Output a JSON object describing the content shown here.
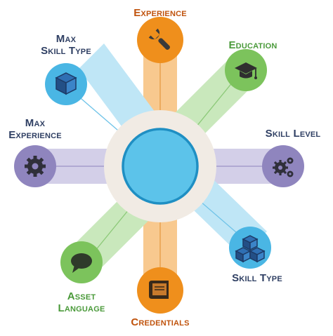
{
  "nodes": {
    "experience": {
      "lines": [
        "Experience"
      ],
      "color": "#ef8f1c",
      "band": "#f8c98f",
      "icon": "wrench-icon",
      "text_color": "#c0530d"
    },
    "education": {
      "lines": [
        "Education"
      ],
      "color": "#7cc35c",
      "band": "#c9e8bc",
      "icon": "graduation-cap-icon",
      "text_color": "#4a9a3a"
    },
    "skill_level": {
      "lines": [
        "Skill Level"
      ],
      "color": "#8f85be",
      "band": "#d3cfe8",
      "icon": "gears-icon",
      "text_color": "#2f3f63"
    },
    "skill_type": {
      "lines": [
        "Skill Type"
      ],
      "color": "#4ab6e4",
      "band": "#bfe6f6",
      "icon": "cubes-icon",
      "text_color": "#2f3f63"
    },
    "credentials": {
      "lines": [
        "Credentials"
      ],
      "color": "#ef8f1c",
      "band": "#f8c98f",
      "icon": "book-icon",
      "text_color": "#c0530d"
    },
    "asset_language": {
      "lines": [
        "Asset",
        "Language"
      ],
      "color": "#7cc35c",
      "band": "#c9e8bc",
      "icon": "speech-bubble-icon",
      "text_color": "#4a9a3a"
    },
    "max_experience": {
      "lines": [
        "Max",
        "Experience"
      ],
      "color": "#8f85be",
      "band": "#d3cfe8",
      "icon": "gear-icon",
      "text_color": "#2f3f63"
    },
    "max_skill_type": {
      "lines": [
        "Max",
        "Skill Type"
      ],
      "color": "#4ab6e4",
      "band": "#bfe6f6",
      "icon": "cube-icon",
      "text_color": "#2f3f63"
    }
  },
  "hub": {
    "ring": "#f1ebe4",
    "core": "#5cc3ea",
    "core_stroke": "#1f8fc3"
  }
}
